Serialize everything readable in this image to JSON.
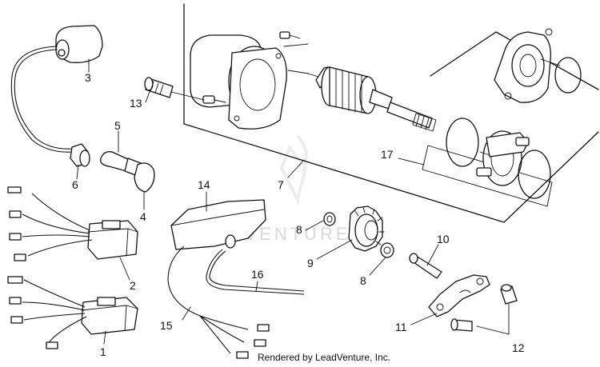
{
  "diagram": {
    "callouts": [
      "1",
      "2",
      "3",
      "4",
      "5",
      "6",
      "7",
      "8",
      "8",
      "9",
      "10",
      "11",
      "12",
      "13",
      "14",
      "15",
      "16",
      "17"
    ],
    "watermark": "LEADVENTURE",
    "credit": "Rendered by LeadVenture, Inc."
  }
}
